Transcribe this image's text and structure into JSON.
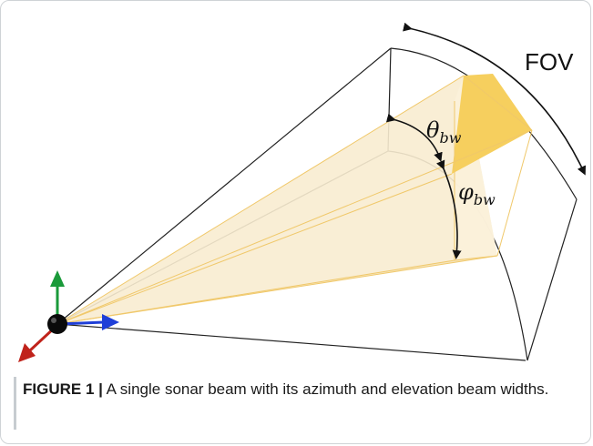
{
  "figure": {
    "fov_label": "FOV",
    "theta_symbol": "θ",
    "theta_subscript": "bw",
    "phi_symbol": "φ",
    "phi_subscript": "bw"
  },
  "caption": {
    "label": "FIGURE 1 |",
    "text": " A single sonar beam with its azimuth and elevation beam widths."
  },
  "colors": {
    "beam_fill": "#f8ecd0",
    "beam_highlight": "#f6cf5e",
    "beam_edge": "#f0c86a",
    "outline": "#222222",
    "axis_x": "#1f3fd8",
    "axis_y": "#1a9a3a",
    "axis_z": "#c0231b"
  }
}
